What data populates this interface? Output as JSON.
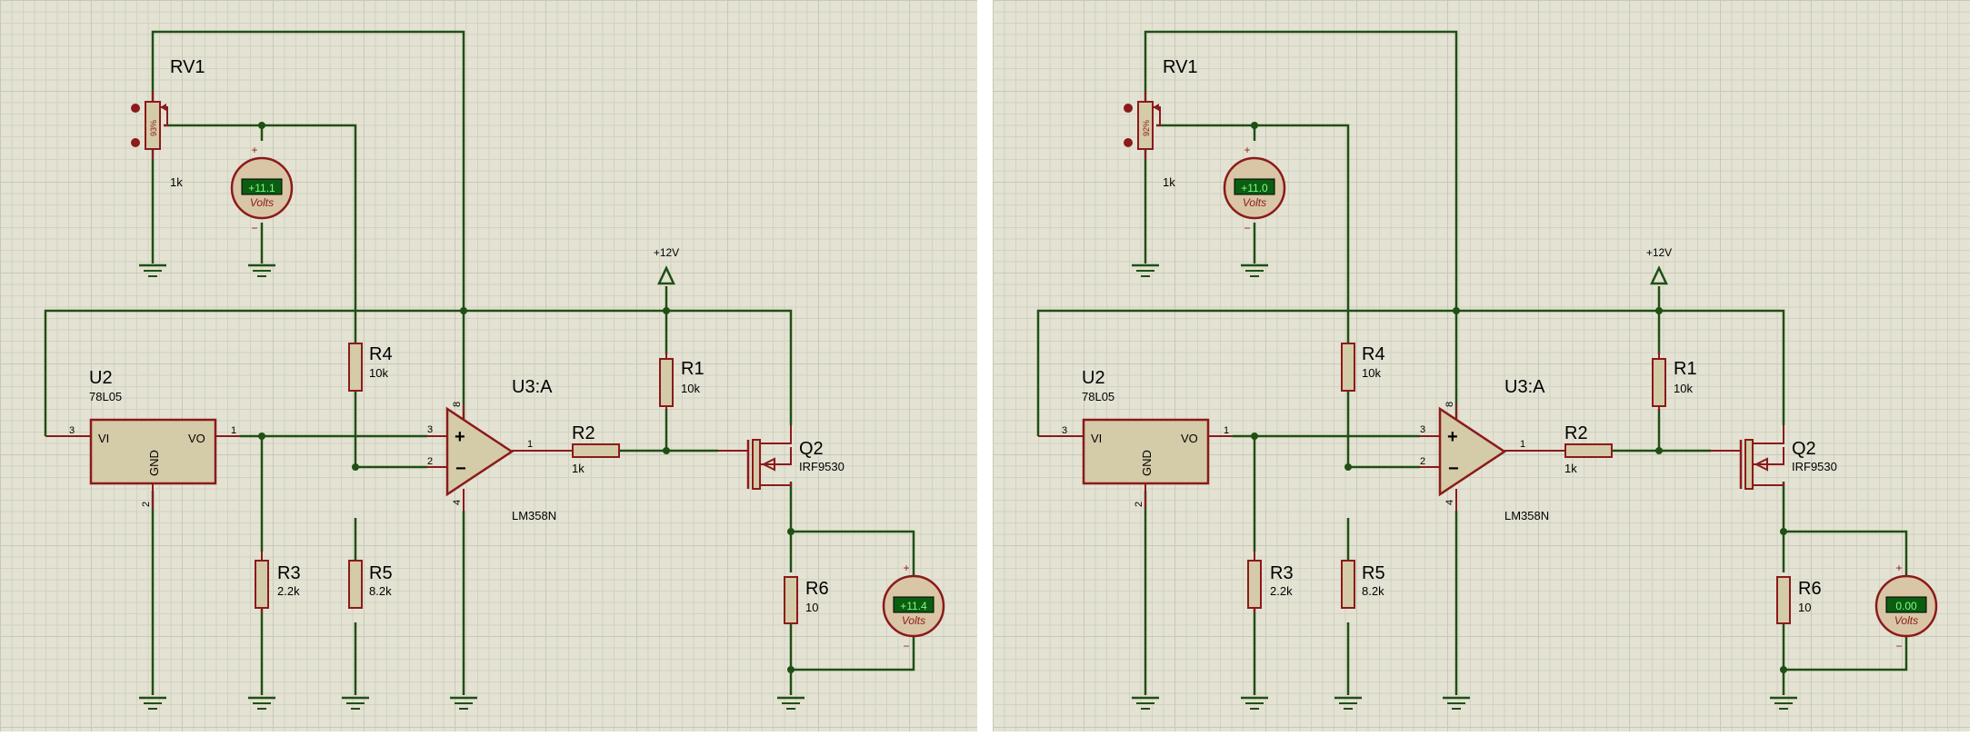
{
  "colors": {
    "wire": "#1f4f14",
    "component": "#8b1a1a",
    "body_fill": "#d4cba8",
    "meter_fill": "#d8c6a6",
    "lcd_bg": "#0b5d12",
    "lcd_text": "#7dff7d",
    "text": "#000000"
  },
  "panels": [
    {
      "rv1": {
        "ref": "RV1",
        "value": "1k",
        "wiper_percent": "93%"
      },
      "vm_top": {
        "reading": "+11.1",
        "unit": "Volts",
        "plus": "+",
        "minus": "−"
      },
      "supply": {
        "label": "+12V"
      },
      "u2": {
        "ref": "U2",
        "part": "78L05",
        "pin_vi": "VI",
        "pin_vo": "VO",
        "pin_gnd": "GND",
        "pin3": "3",
        "pin1": "1",
        "pin2": "2"
      },
      "u3": {
        "ref": "U3:A",
        "part": "LM358N",
        "plus": "+",
        "minus": "−",
        "pin3": "3",
        "pin2": "2",
        "pin1": "1",
        "pin8": "8",
        "pin4": "4"
      },
      "r1": {
        "ref": "R1",
        "value": "10k"
      },
      "r2": {
        "ref": "R2",
        "value": "1k"
      },
      "r3": {
        "ref": "R3",
        "value": "2.2k"
      },
      "r4": {
        "ref": "R4",
        "value": "10k"
      },
      "r5": {
        "ref": "R5",
        "value": "8.2k"
      },
      "r6": {
        "ref": "R6",
        "value": "10"
      },
      "q2": {
        "ref": "Q2",
        "part": "IRF9530"
      },
      "vm_out": {
        "reading": "+11.4",
        "unit": "Volts",
        "plus": "+",
        "minus": "−"
      }
    },
    {
      "rv1": {
        "ref": "RV1",
        "value": "1k",
        "wiper_percent": "92%"
      },
      "vm_top": {
        "reading": "+11.0",
        "unit": "Volts",
        "plus": "+",
        "minus": "−"
      },
      "supply": {
        "label": "+12V"
      },
      "u2": {
        "ref": "U2",
        "part": "78L05",
        "pin_vi": "VI",
        "pin_vo": "VO",
        "pin_gnd": "GND",
        "pin3": "3",
        "pin1": "1",
        "pin2": "2"
      },
      "u3": {
        "ref": "U3:A",
        "part": "LM358N",
        "plus": "+",
        "minus": "−",
        "pin3": "3",
        "pin2": "2",
        "pin1": "1",
        "pin8": "8",
        "pin4": "4"
      },
      "r1": {
        "ref": "R1",
        "value": "10k"
      },
      "r2": {
        "ref": "R2",
        "value": "1k"
      },
      "r3": {
        "ref": "R3",
        "value": "2.2k"
      },
      "r4": {
        "ref": "R4",
        "value": "10k"
      },
      "r5": {
        "ref": "R5",
        "value": "8.2k"
      },
      "r6": {
        "ref": "R6",
        "value": "10"
      },
      "q2": {
        "ref": "Q2",
        "part": "IRF9530"
      },
      "vm_out": {
        "reading": "0.00",
        "unit": "Volts",
        "plus": "+",
        "minus": "−"
      }
    }
  ]
}
